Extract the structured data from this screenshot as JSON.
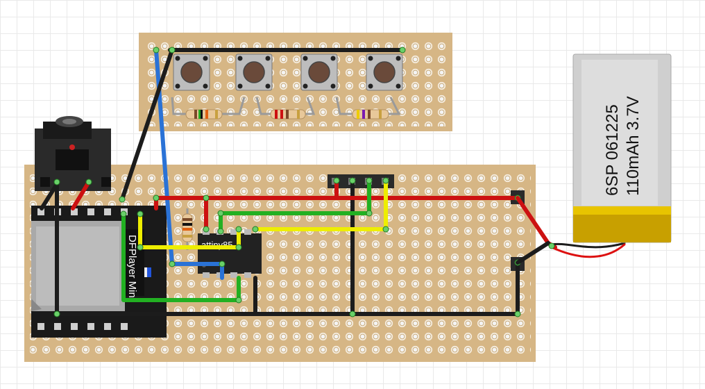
{
  "battery": {
    "model": "6SP 061225",
    "spec": "110mAh 3.7V"
  },
  "ic": {
    "label": "attiny85"
  },
  "mp3_module": {
    "label": "DFPlayer Mini"
  },
  "colors": {
    "board": "#d6b685",
    "wire_red": "#cc1111",
    "wire_black": "#1c1c1c",
    "wire_green": "#22b022",
    "wire_yellow": "#eeee00",
    "wire_blue": "#2a72d6",
    "battery_body": "#cfcfcf",
    "battery_band": "#c8a000"
  },
  "icons": [
    "audio-jack-icon",
    "push-button-icon",
    "resistor-icon",
    "battery-icon",
    "microchip-icon",
    "sd-card-icon"
  ]
}
